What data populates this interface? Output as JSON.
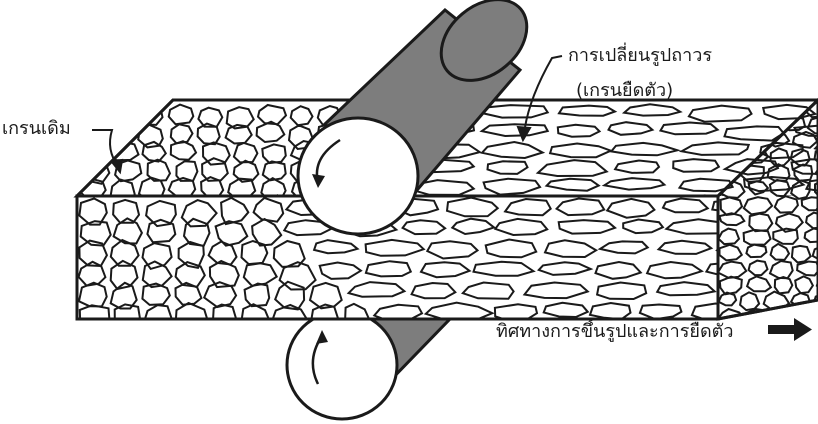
{
  "labels": {
    "original_grain": "เกรนเดิม",
    "permanent_deformation": "การเปลี่ยนรูปถาวร",
    "elongated_grain": "(เกรนยืดตัว)",
    "rolling_direction": "ทิศทางการขึ้นรูปและการยืดตัว"
  },
  "colors": {
    "roller_body": "#7d7d7d",
    "outline": "#1a1a1a",
    "background": "#ffffff"
  },
  "icons": {
    "direction_arrow": "right-arrow-icon",
    "upper_roller_rotation": "counterclockwise-rotation-icon",
    "lower_roller_rotation": "clockwise-rotation-icon"
  }
}
